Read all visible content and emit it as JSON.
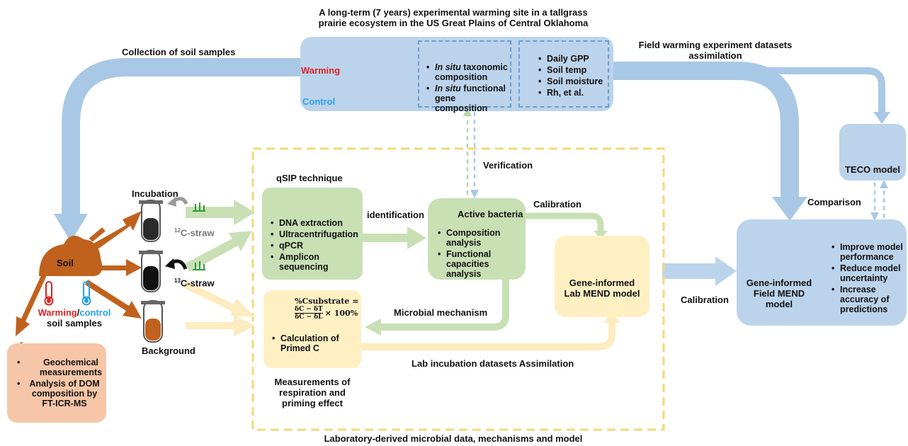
{
  "site": {
    "title_line1": "A long-term (7 years) experimental warming site in a tallgrass",
    "title_line2": "prairie ecosystem in the US Great Plains of Central Oklahoma",
    "warming_label": "Warming",
    "control_label": "Control",
    "insitu_1_italic": "In situ",
    "insitu_1_rest": " taxonomic composition",
    "insitu_2_italic": "In situ",
    "insitu_2_rest": " functional gene composition",
    "field_vars": [
      "Daily GPP",
      "Soil temp",
      "Soil moisture",
      "Rh, et al."
    ]
  },
  "labels": {
    "collection": "Collection of soil samples",
    "field_assim_1": "Field warming experiment datasets",
    "field_assim_2": "assimilation",
    "verification": "Verification",
    "identification": "identification",
    "calibration_top": "Calibration",
    "comparison": "Comparison",
    "calibration_right": "Calibration",
    "microbial_mechanism": "Microbial mechanism",
    "lab_assim": "Lab incubation datasets Assimilation",
    "bottom": "Laboratory-derived microbial data, mechanisms and model",
    "incubation": "Incubation",
    "background": "Background",
    "c12": "12C-straw",
    "c13": "13C-straw",
    "soil": "Soil",
    "warming": "Warming",
    "slash": "/",
    "control": "control",
    "soil_samples": "soil samples"
  },
  "qsip": {
    "title": "qSIP technique",
    "items": [
      "DNA extraction",
      "Ultracentrifugation",
      "qPCR",
      "Amplicon sequencing"
    ]
  },
  "active": {
    "title": "Active bacteria",
    "items": [
      "Composition analysis",
      "Functional capacities analysis"
    ]
  },
  "primed": {
    "formula_lhs": "%Csubstrate =",
    "formula_num": "δC − δT",
    "formula_den": "δC − δL",
    "formula_tail": "× 100%",
    "item": "Calculation of Primed C",
    "caption_1": "Measurements of",
    "caption_2": "respiration and",
    "caption_3": "priming effect"
  },
  "lab_mend": {
    "line1": "Gene-informed",
    "line2": "Lab MEND model"
  },
  "teco": {
    "label": "TECO model"
  },
  "field_mend": {
    "line1": "Gene-informed",
    "line2": "Field MEND",
    "line3": "model",
    "items": [
      "Improve model performance",
      "Reduce model uncertainty",
      "Increase accuracy of predictions"
    ]
  },
  "geochem": {
    "items": [
      "Geochemical measurements",
      "Analysis of DOM composition by FT-ICR-MS"
    ]
  },
  "colors": {
    "blue_box": "#bcd3ec",
    "blue_arrow": "#a9c8e6",
    "green_box": "#c8e0b4",
    "green_arrow": "#b6d9a4",
    "yellow_box": "#fff0c4",
    "yellow_arrow": "#fde9b0",
    "orange_box": "#f7c6a8",
    "brown": "#c0621e",
    "dash_yellow": "#f6d77a",
    "warming_red": "#e02020",
    "control_blue": "#2aa0e6",
    "monitor_blue": "#1f6fb8",
    "monitor_orange": "#d48a10"
  }
}
